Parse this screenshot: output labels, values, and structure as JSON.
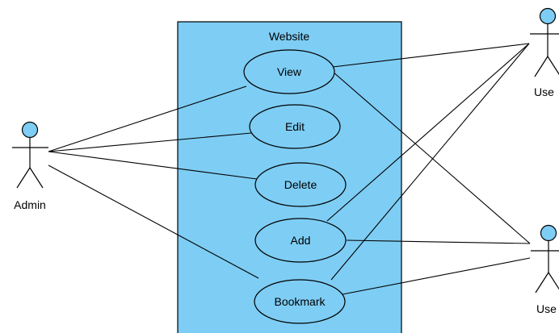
{
  "colors": {
    "system_fill": "#7ecdf4",
    "usecase_fill": "#7ecdf4",
    "actor_head_fill": "#7ecdf4",
    "stroke": "#000000",
    "background": "#ffffff"
  },
  "system": {
    "title": "Website"
  },
  "use_cases": {
    "view": "View",
    "edit": "Edit",
    "delete": "Delete",
    "add": "Add",
    "bookmark": "Bookmark"
  },
  "actors": {
    "admin": "Admin",
    "user_top": "Use",
    "user_bottom": "Use"
  }
}
